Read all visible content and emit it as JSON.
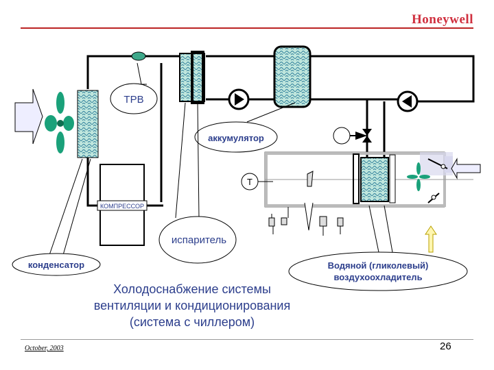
{
  "header": {
    "brand": "Honeywell"
  },
  "footer": {
    "date": "October, 2003",
    "page": "26"
  },
  "title": {
    "line1": "Холодоснабжение системы",
    "line2": "вентиляции и кондиционирования",
    "line3": "(система с чиллером)"
  },
  "labels": {
    "trv": "ТРВ",
    "accumulator": "аккумулятор",
    "sensor": "T",
    "compressor": "КОМПРЕССОР",
    "evaporator": "испаритель",
    "condenser": "конденсатор",
    "cooler_line1": "Водяной (гликолевый)",
    "cooler_line2": "воздухоохладитель"
  },
  "colors": {
    "brand": "#d0303f",
    "coil_fill": "#bfe6dd",
    "coil_hatch": "#2f7f9a",
    "fan": "#1aa17a",
    "valve": "#3ea88a",
    "duct_fill": "#d8d8ee",
    "arrow_fill": "#eeeeff"
  }
}
